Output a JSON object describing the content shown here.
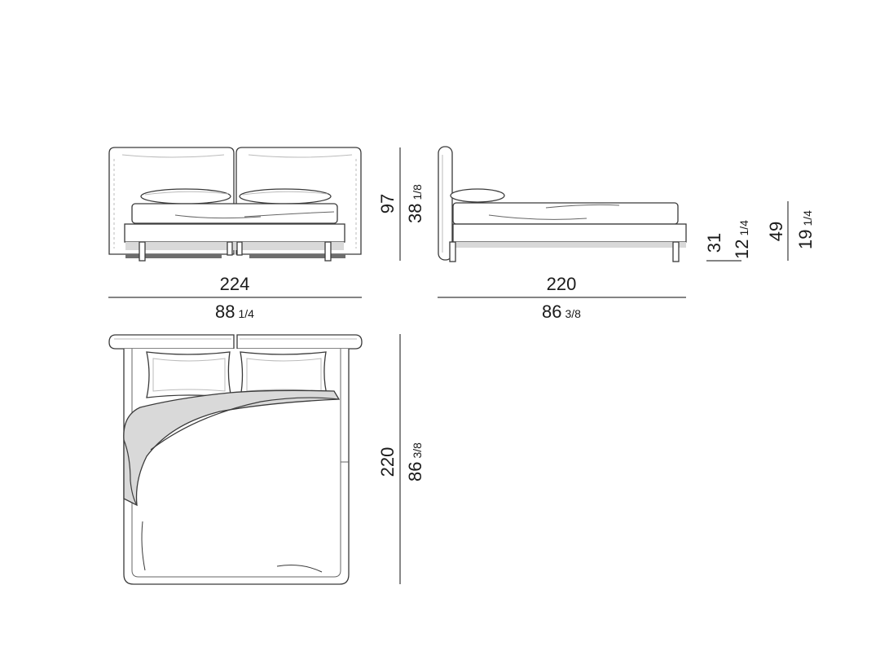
{
  "front_view": {
    "width_cm": "224",
    "width_in_whole": "88",
    "width_in_frac": "1/4",
    "height_cm": "97",
    "height_in_whole": "38",
    "height_in_frac": "1/8"
  },
  "side_view": {
    "length_cm": "220",
    "length_in_whole": "86",
    "length_in_frac": "3/8",
    "frame_height_cm": "31",
    "frame_height_in_whole": "12",
    "frame_height_in_frac": "1/4",
    "mattress_height_cm": "49",
    "mattress_height_in_whole": "19",
    "mattress_height_in_frac": "1/4"
  },
  "top_view": {
    "length_cm": "220",
    "length_in_whole": "86",
    "length_in_frac": "3/8"
  },
  "colors": {
    "line": "#3a3a3a",
    "shade": "#d9d9d9",
    "dark_shade": "#6e6e6e"
  }
}
